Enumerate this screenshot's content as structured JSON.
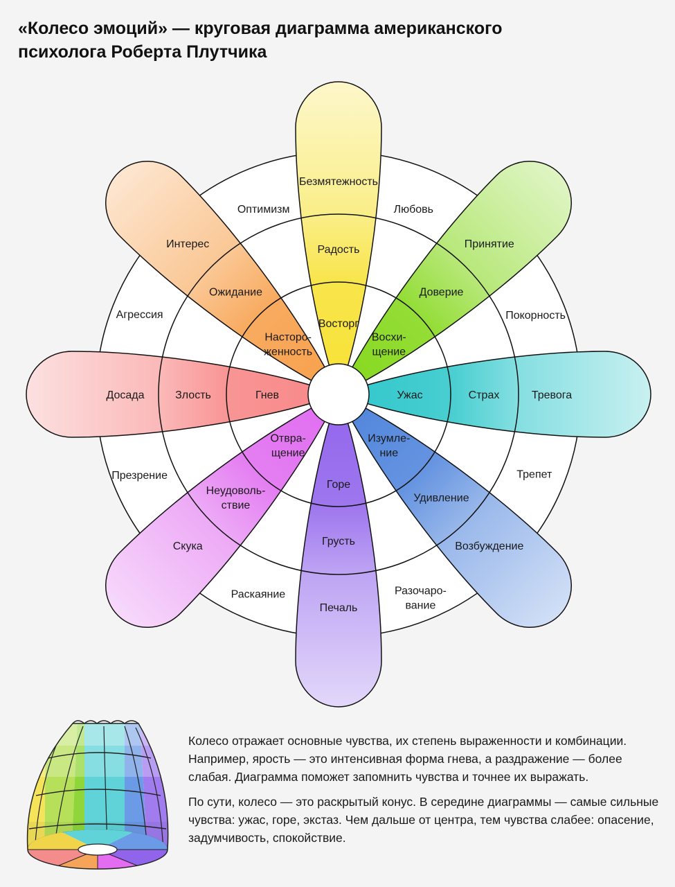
{
  "title": {
    "line1": "«Колесо эмоций» — круговая диаграмма американского",
    "line2": "психолога Роберта Плутчика"
  },
  "petals": [
    {
      "id": "joy",
      "angle": -90,
      "color": "#f7e233",
      "inner": "Восторг",
      "middle": "Радость",
      "outer": "Безмятежность"
    },
    {
      "id": "trust",
      "angle": -45,
      "color": "#85d81c",
      "inner": [
        "Восхи-",
        "щение"
      ],
      "middle": "Доверие",
      "outer": "Принятие"
    },
    {
      "id": "fear",
      "angle": 0,
      "color": "#2fc7cb",
      "inner": "Ужас",
      "middle": "Страх",
      "outer": "Тревога"
    },
    {
      "id": "surprise",
      "angle": 45,
      "color": "#4f84dc",
      "inner": [
        "Изумле-",
        "ние"
      ],
      "middle": "Удивление",
      "outer": "Возбуждение"
    },
    {
      "id": "sadness",
      "angle": 90,
      "color": "#9164ec",
      "inner": "Горе",
      "middle": "Грусть",
      "outer": "Печаль"
    },
    {
      "id": "disgust",
      "angle": 135,
      "color": "#e06cf0",
      "inner": [
        "Отвра-",
        "щение"
      ],
      "middle": [
        "Неудоволь-",
        "ствие"
      ],
      "outer": "Скука"
    },
    {
      "id": "anger",
      "angle": 180,
      "color": "#f88787",
      "inner": "Гнев",
      "middle": "Злость",
      "outer": "Досада"
    },
    {
      "id": "anticipation",
      "angle": -135,
      "color": "#f7a04a",
      "inner": [
        "Насторо-",
        "женность"
      ],
      "middle": "Ожидание",
      "outer": "Интерес"
    }
  ],
  "combinations": [
    {
      "angle": -112,
      "r": 289,
      "label": "Оптимизм"
    },
    {
      "angle": -68,
      "r": 289,
      "label": "Любовь"
    },
    {
      "angle": -22,
      "r": 307,
      "label": "Покорность"
    },
    {
      "angle": 22,
      "r": 305,
      "label": "Трепет"
    },
    {
      "angle": 68,
      "r": 316,
      "label": [
        "Разочаро-",
        "вание"
      ]
    },
    {
      "angle": 112,
      "r": 310,
      "label": "Раскаяние"
    },
    {
      "angle": 158,
      "r": 310,
      "label": "Презрение"
    },
    {
      "angle": -158,
      "r": 310,
      "label": "Агрессия"
    }
  ],
  "description": {
    "p1": "Колесо отражает основные чувства, их степень выраженности и комбинации. Например, ярость — это интенсивная форма гнева, а раздражение — более слабая. Диаграмма поможет запомнить чувства и точнее их выражать.",
    "p2": "По сути, колесо — это раскрытый конус. В середине диаграммы — самые сильные чувства: ужас, горе, экстаз. Чем дальше от центра, тем чувства слабее: опасение, задумчивость, спокойствие."
  }
}
